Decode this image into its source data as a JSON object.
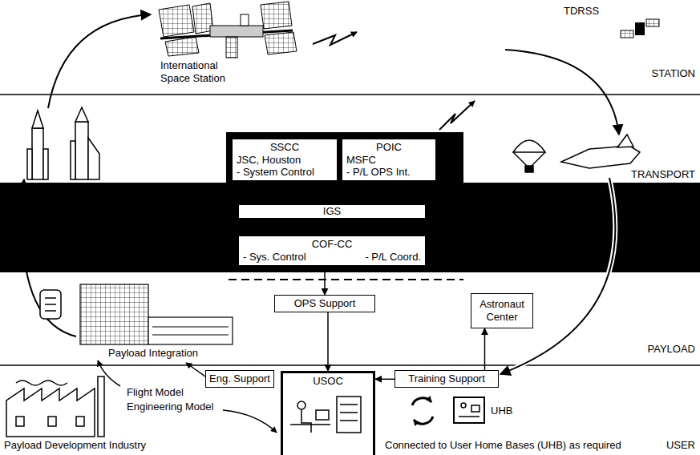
{
  "diagram": {
    "nodes": [
      {
        "text": [
          "SSCC",
          "JSC, Houston",
          "- System Control"
        ]
      },
      {
        "text": [
          "POIC",
          "MSFC",
          "- P/L OPS Int."
        ]
      },
      {
        "text": [
          "IGS"
        ]
      },
      {
        "text": [
          "COF-CC",
          "- Sys. Control",
          "- P/L Coord."
        ]
      },
      {
        "text": [
          "OPS Support"
        ]
      },
      {
        "text": [
          "Astronaut Center"
        ]
      },
      {
        "text": [
          "Eng. Support"
        ]
      },
      {
        "text": [
          "Training Support"
        ]
      },
      {
        "text": [
          "USOC"
        ]
      }
    ],
    "edges": [
      {
        "from": 3,
        "to": 4,
        "arrow": "to"
      },
      {
        "from": 4,
        "to": 8,
        "arrow": "to"
      },
      {
        "from": 7,
        "to": 5,
        "arrow": "to"
      },
      {
        "from": 7,
        "to": 8,
        "arrow": "to"
      }
    ],
    "labels": [
      "International Space Station",
      "TDRSS",
      "STATION",
      "TRANSPORT",
      "PAYLOAD",
      "USER",
      "Payload Integration",
      "Flight Model",
      "Engineering Model",
      "Payload Development Industry",
      "UHB",
      "Connected to User Home Bases (UHB) as required"
    ]
  }
}
